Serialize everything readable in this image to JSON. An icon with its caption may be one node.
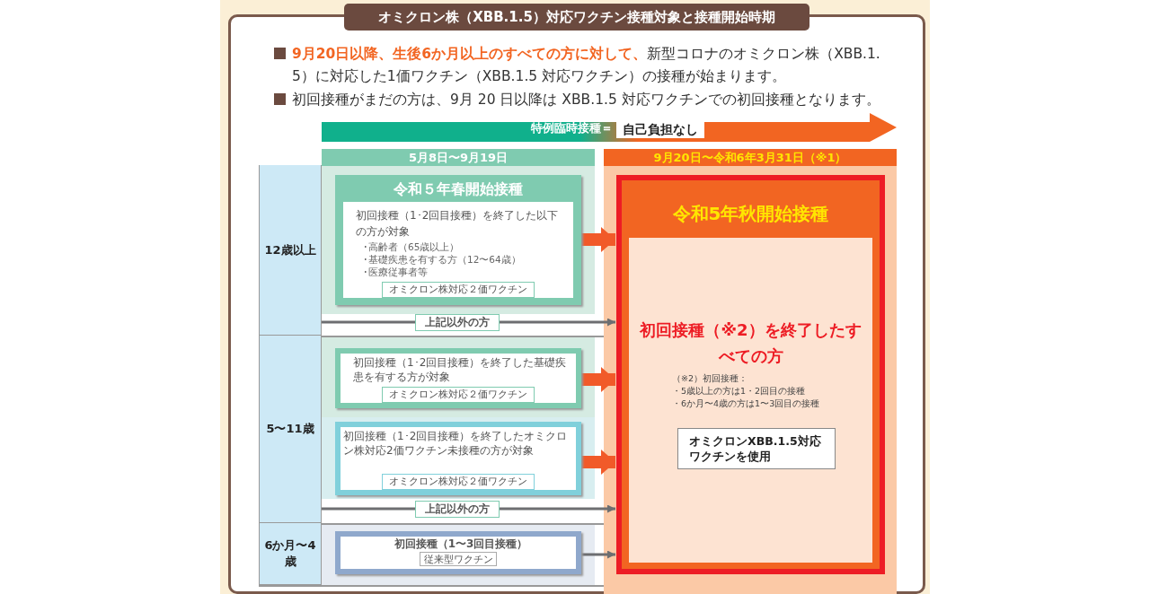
{
  "diagram": {
    "title": "オミクロン株（XBB.1.5）対応ワクチン接種対象と接種開始時期",
    "nodes": [
      {
        "text": [
          "12歳以上"
        ]
      },
      {
        "text": [
          "令和５年春開始接種",
          "初回接種（1･2回目接種）を終了した以下の方が対象",
          "･高齢者（65歳以上）",
          "･基礎疾患を有する方（12〜64歳）",
          "･医療従事者等",
          "オミクロン株対応２価ワクチン"
        ]
      },
      {
        "text": [
          "5〜11歳"
        ]
      },
      {
        "text": [
          "初回接種（1･2回目接種）を終了した基礎疾患を有する方が対象",
          "オミクロン株対応２価ワクチン"
        ]
      },
      {
        "text": [
          "初回接種（1･2回目接種）を終了したオミクロン株対応2価ワクチン未接種の方が対象",
          "オミクロン株対応２価ワクチン"
        ]
      },
      {
        "text": [
          "6か月〜4歳"
        ]
      },
      {
        "text": [
          "初回接種（1〜3回目接種）",
          "従来型ワクチン"
        ]
      },
      {
        "text": [
          "令和5年秋開始接種",
          "初回接種（※2）を終了したすべての方",
          "（※2）初回接種：",
          "・5歳以上の方は1・2回目の接種",
          "・6か月〜4歳の方は1〜3回目の接種"
        ]
      },
      {
        "text": [
          "オミクロンXBB.1.5対応ワクチンを使用"
        ],
        "in": 7
      }
    ],
    "edges": [
      {
        "from": 1,
        "to": 7,
        "arrow": "to",
        "style": "thick",
        "color": "#f15a29"
      },
      {
        "from": 0,
        "to": 7,
        "arrow": "to",
        "label": "上記以外の方",
        "color": "#6d6e71"
      },
      {
        "from": 3,
        "to": 7,
        "arrow": "to",
        "style": "thick",
        "color": "#f15a29"
      },
      {
        "from": 4,
        "to": 7,
        "arrow": "to",
        "style": "thick",
        "color": "#f15a29"
      },
      {
        "from": 2,
        "to": 7,
        "arrow": "to",
        "label": "上記以外の方",
        "color": "#6d6e71"
      },
      {
        "from": 6,
        "to": 7,
        "arrow": "to",
        "color": "#6d6e71"
      }
    ],
    "labels": [
      "**9月20日以降、生後6か月以上のすべての方に対して、**新型コロナのオミクロン株（XBB.1. 5）に対応した1価ワクチン（XBB.1.5 対応ワクチン）の接種が始まります。",
      "初回接種がまだの方は、9月 20 日以降は XBB.1.5 対応ワクチンでの初回接種となります。",
      "特例臨時接種＝",
      "自己負担なし",
      "5月8日〜9月19日",
      "9月20日〜令和6年3月31日（※1）"
    ]
  }
}
